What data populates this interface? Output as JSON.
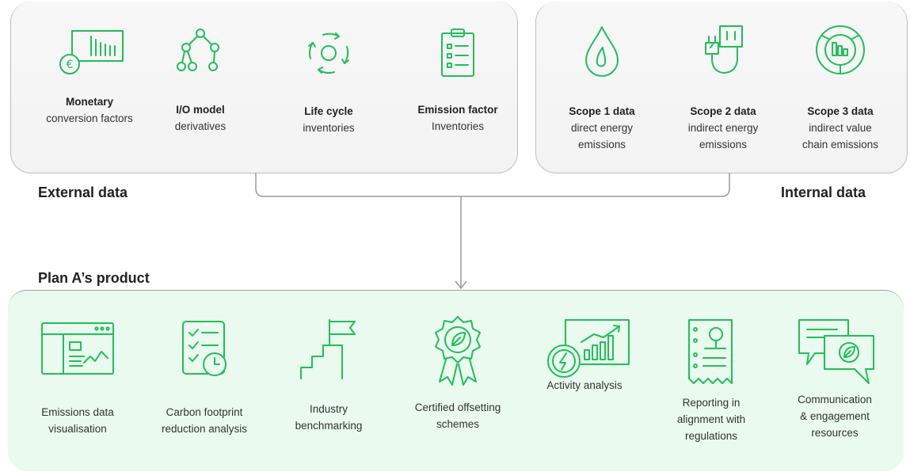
{
  "sections": {
    "external": "External data",
    "internal": "Internal data",
    "product": "Plan A’s product"
  },
  "external_items": [
    {
      "icon": "monetary-icon",
      "title": "Monetary",
      "subtitle": "conversion factors"
    },
    {
      "icon": "io-model-icon",
      "title": "I/O model",
      "subtitle": "derivatives"
    },
    {
      "icon": "life-cycle-icon",
      "title": "Life cycle",
      "subtitle": "inventories"
    },
    {
      "icon": "clipboard-icon",
      "title": "Emission factor",
      "subtitle": "Inventories"
    }
  ],
  "internal_items": [
    {
      "icon": "drop-icon",
      "title": "Scope 1 data",
      "line1": "direct energy",
      "line2": "emissions"
    },
    {
      "icon": "plug-icon",
      "title": "Scope 2 data",
      "line1": "indirect energy",
      "line2": "emissions"
    },
    {
      "icon": "value-chain-icon",
      "title": "Scope 3 data",
      "line1": "indirect value",
      "line2": "chain emissions"
    }
  ],
  "product_items": [
    {
      "icon": "dashboard-icon",
      "line1": "Emissions data",
      "line2": "visualisation",
      "line3": ""
    },
    {
      "icon": "checklist-clock-icon",
      "line1": "Carbon footprint",
      "line2": "reduction analysis",
      "line3": ""
    },
    {
      "icon": "flag-stairs-icon",
      "line1": "Industry",
      "line2": "benchmarking",
      "line3": ""
    },
    {
      "icon": "leaf-badge-icon",
      "line1": "Certified offsetting",
      "line2": "schemes",
      "line3": ""
    },
    {
      "icon": "energy-chart-icon",
      "line1": "Activity analysis",
      "line2": "",
      "line3": ""
    },
    {
      "icon": "report-icon",
      "line1": "Reporting in",
      "line2": "alignment with",
      "line3": "regulations"
    },
    {
      "icon": "chat-leaf-icon",
      "line1": "Communication",
      "line2": "& engagement",
      "line3": "resources"
    }
  ]
}
